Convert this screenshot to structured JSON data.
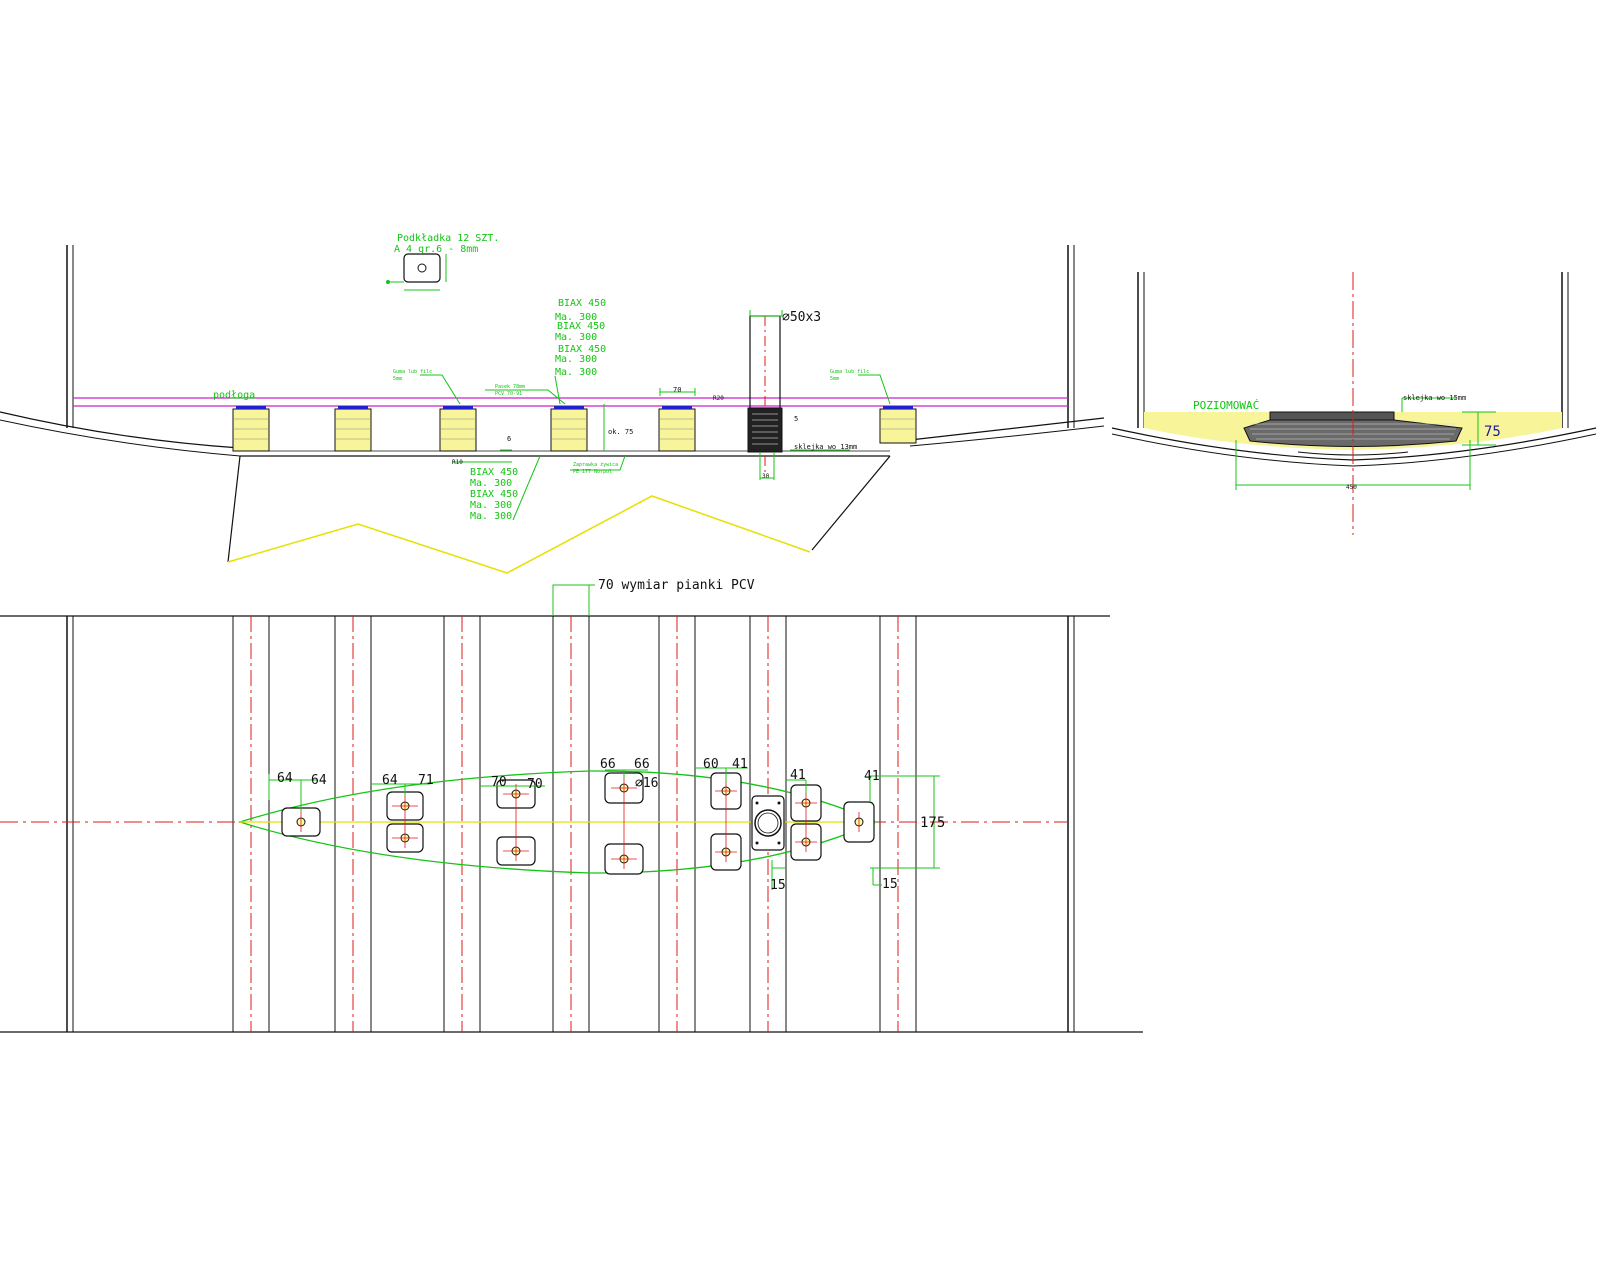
{
  "colors": {
    "line": "#111111",
    "annotation": "#14c414",
    "centerline": "#e01818",
    "layer": "#cc22cc",
    "fill": "#f7f49a",
    "guide": "#e6e000",
    "dimension_blue": "#1a1a9a"
  },
  "section_view": {
    "washer_note_1": "Podkładka 12 SZT.",
    "washer_note_2": "A 4 gr.6 - 8mm",
    "biax_top": [
      "BIAX 450",
      "Ma. 300",
      "BIAX 450",
      "Ma. 300",
      "BIAX 450",
      "Ma. 300",
      "Ma. 300"
    ],
    "biax_bottom": [
      "BIAX 450",
      "Ma. 300",
      "BIAX 450",
      "Ma. 300",
      "Ma. 300"
    ],
    "rubber_note_left": [
      "Guma lub filc",
      "5mm"
    ],
    "rubber_note_right": [
      "Guma lub filc",
      "5mm"
    ],
    "foam_note": [
      "Pasek 78mm",
      "PCV 70-91"
    ],
    "resin_note": [
      "Zaprawka żywica",
      "PE 177 Norpol"
    ],
    "floor_label": "podłoga",
    "pipe_label": "⌀50x3",
    "dim_70": "70",
    "dim_r20": "R20",
    "dim_r10": "R10",
    "dim_6": "6",
    "dim_ok75": "ok. 75",
    "dim_5": "5",
    "dim_30": "30",
    "plywood_note": "sklejka wo 13mm"
  },
  "end_view": {
    "level_label": "POZIOMOWAĆ",
    "plywood_note": "sklejka wo 15mm",
    "dim_75": "75",
    "dim_450": "450"
  },
  "plan_view": {
    "foam_width_label": "70 wymiar pianki PCV",
    "dims": [
      "64",
      "64",
      "64",
      "71",
      "70",
      "70",
      "66",
      "66",
      "⌀16",
      "60",
      "41",
      "41",
      "41",
      "175",
      "15",
      "15"
    ]
  }
}
